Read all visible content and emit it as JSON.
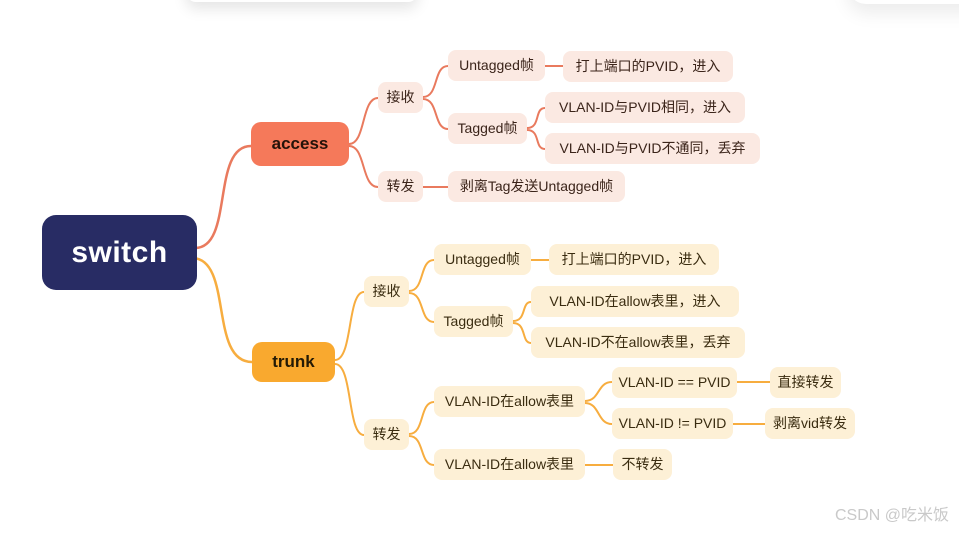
{
  "colors": {
    "root_fill": "#282c64",
    "root_text": "#ffffff",
    "access_fill": "#f5795a",
    "access_line": "#e97a5e",
    "access_child_fill": "#fbe9e2",
    "trunk_fill": "#f9a92f",
    "trunk_line": "#f7ad3f",
    "trunk_child_fill": "#fdf0d6"
  },
  "root": {
    "label": "switch"
  },
  "access": {
    "label": "access",
    "receive": {
      "label": "接收",
      "untagged": {
        "label": "Untagged帧",
        "result": "打上端口的PVID，进入"
      },
      "tagged": {
        "label": "Tagged帧",
        "match": "VLAN-ID与PVID相同，进入",
        "mismatch": "VLAN-ID与PVID不通同，丢弃"
      }
    },
    "forward": {
      "label": "转发",
      "result": "剥离Tag发送Untagged帧"
    }
  },
  "trunk": {
    "label": "trunk",
    "receive": {
      "label": "接收",
      "untagged": {
        "label": "Untagged帧",
        "result": "打上端口的PVID，进入"
      },
      "tagged": {
        "label": "Tagged帧",
        "in_allow": "VLAN-ID在allow表里，进入",
        "not_in_allow": "VLAN-ID不在allow表里，丢弃"
      }
    },
    "forward": {
      "label": "转发",
      "in_allow": {
        "label": "VLAN-ID在allow表里",
        "eq": {
          "label": "VLAN-ID == PVID",
          "result": "直接转发"
        },
        "neq": {
          "label": "VLAN-ID != PVID",
          "result": "剥离vid转发"
        }
      },
      "not_in_allow": {
        "label": "VLAN-ID在allow表里",
        "result": "不转发"
      }
    }
  },
  "watermark": "CSDN @吃米饭"
}
